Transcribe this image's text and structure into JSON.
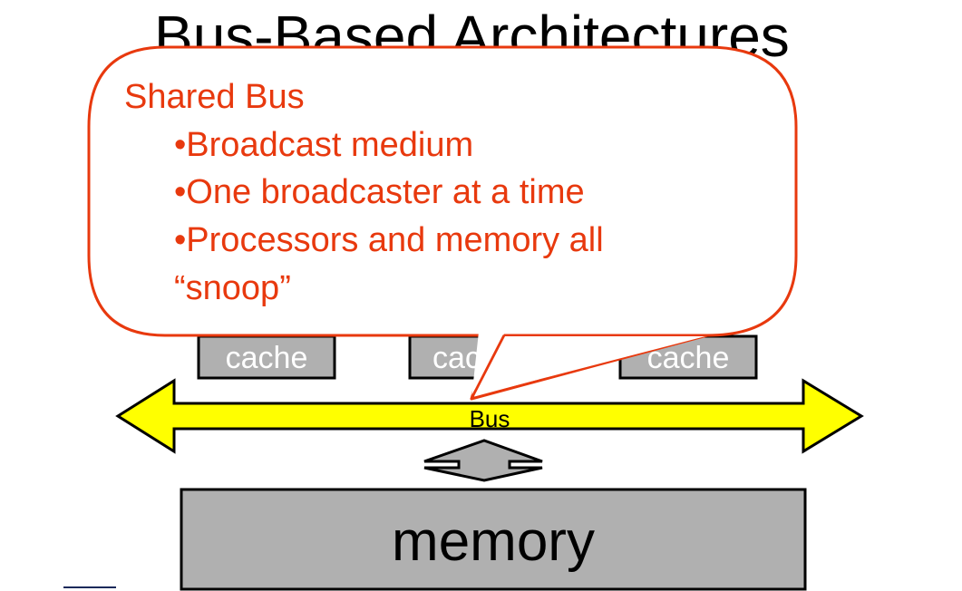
{
  "slide": {
    "title": "Bus-Based Architectures"
  },
  "caches": [
    {
      "label": "cache"
    },
    {
      "label": "cache"
    },
    {
      "label": "cache"
    }
  ],
  "bus": {
    "label": "Bus"
  },
  "memory": {
    "label": "memory"
  },
  "callout": {
    "heading": "Shared Bus",
    "bullets": [
      "•Broadcast medium",
      "•One broadcaster at a time",
      "•Processors and memory all"
    ],
    "continuation": "“snoop”"
  },
  "colors": {
    "callout_accent": "#e8390e",
    "bus_fill": "#ffff00",
    "box_fill": "#b0b0b0"
  }
}
